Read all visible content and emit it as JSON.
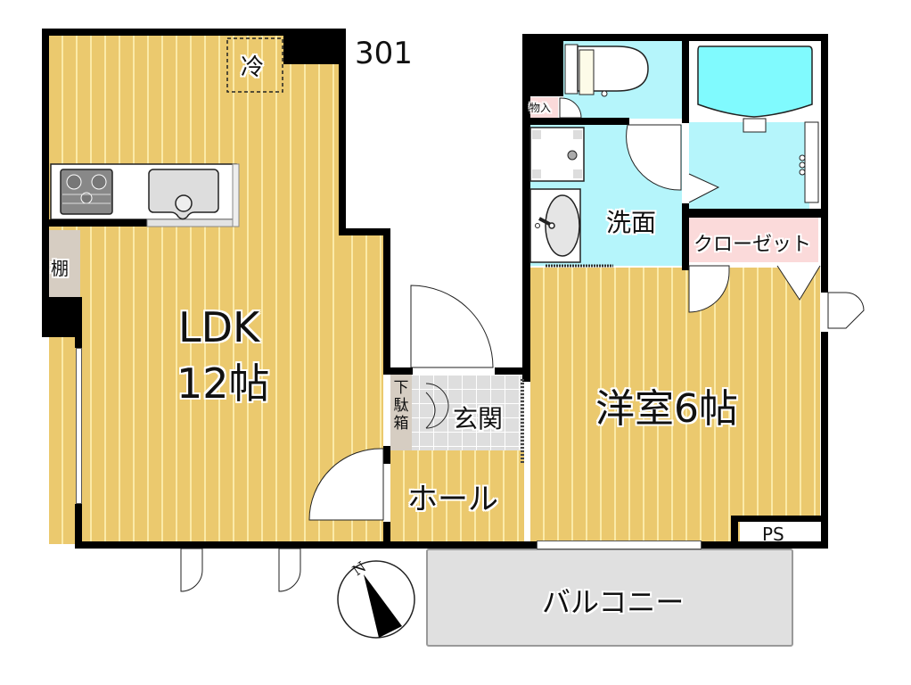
{
  "unit_number": "301",
  "rooms": {
    "ldk": {
      "name": "LDK",
      "size": "12帖"
    },
    "western_room": {
      "name": "洋室6帖"
    },
    "washroom": {
      "name": "洗面"
    },
    "closet": {
      "name": "クローゼット"
    },
    "entrance": {
      "name": "玄関"
    },
    "hall": {
      "name": "ホール"
    },
    "balcony": {
      "name": "バルコニー"
    },
    "pipe_space": {
      "name": "PS"
    }
  },
  "fixtures": {
    "refrigerator": "冷",
    "shelf": "棚",
    "shoe_box": [
      "下",
      "駄",
      "箱"
    ],
    "storage": "物入"
  },
  "compass": {
    "label": "N"
  },
  "colors": {
    "floor_wood": "#ebc96e",
    "wood_stripe": "#fbeaa8",
    "wet_area": "#b5f5fb",
    "bathtub": "#80fafe",
    "closet": "#fbdada",
    "entrance_tile": "#dedede",
    "balcony": "#e0e0e0",
    "shelf": "#d6cdc2",
    "wall": "#000000"
  }
}
